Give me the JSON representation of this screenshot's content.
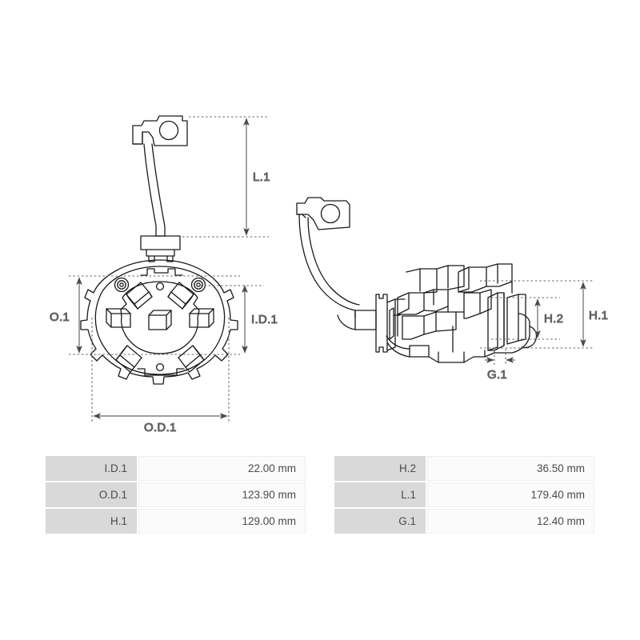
{
  "drawing": {
    "title": "Starter brush holder technical drawing",
    "views": [
      {
        "name": "front-view",
        "description": "Front view of circular brush holder plate with six radial brush slots, two mounting bosses, central bore and cable with terminal lug"
      },
      {
        "name": "isometric-view",
        "description": "Isometric view of brush holder assembly with cable, terminal lug and brush blocks"
      }
    ],
    "dimension_labels": {
      "l1": "L.1",
      "o1": "O.1",
      "id1": "I.D.1",
      "od1": "O.D.1",
      "h1": "H.1",
      "h2": "H.2",
      "g1": "G.1"
    },
    "line_color": "#1a1a1a",
    "dimension_color": "#555555",
    "background": "#ffffff"
  },
  "specs": {
    "rows": [
      {
        "left_key": "I.D.1",
        "left_value": "22.00 mm",
        "right_key": "H.2",
        "right_value": "36.50 mm"
      },
      {
        "left_key": "O.D.1",
        "left_value": "123.90 mm",
        "right_key": "L.1",
        "right_value": "179.40 mm"
      },
      {
        "left_key": "H.1",
        "left_value": "129.00 mm",
        "right_key": "G.1",
        "right_value": "12.40 mm"
      }
    ]
  }
}
